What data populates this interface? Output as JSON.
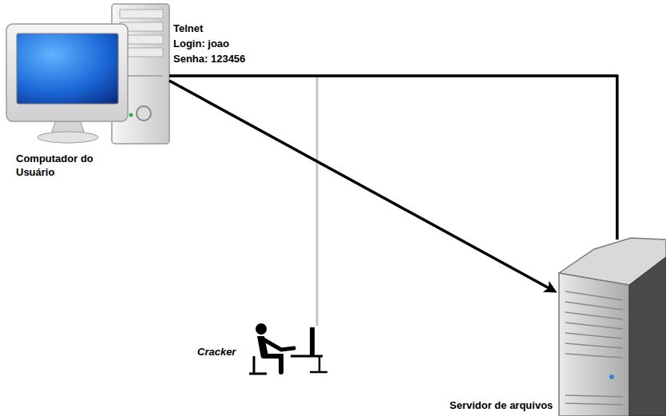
{
  "diagram": {
    "nodes": [
      {
        "text": [
          "Computador do Usuário"
        ]
      },
      {
        "text": [
          "Cracker"
        ]
      },
      {
        "text": [
          "Servidor de arquivos"
        ]
      }
    ],
    "edges": [
      {
        "from": 0,
        "to": 2,
        "arrow": "none"
      },
      {
        "from": 0,
        "to": 2,
        "arrow": "to"
      }
    ],
    "labels": [
      "Telnet",
      "Login: joao",
      "Senha: 123456"
    ]
  }
}
